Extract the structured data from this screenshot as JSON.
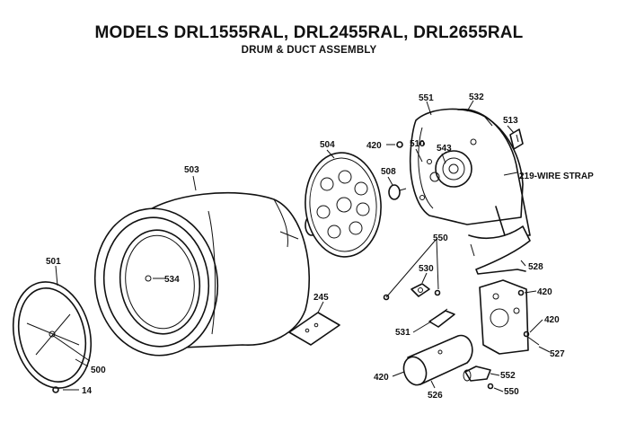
{
  "header": {
    "title": "MODELS DRL1555RAL, DRL2455RAL, DRL2655RAL",
    "subtitle": "DRUM & DUCT ASSEMBLY"
  },
  "labels": {
    "p501": "501",
    "p500": "500",
    "p14": "14",
    "p503": "503",
    "p534": "534",
    "p504": "504",
    "p508": "508",
    "p420a": "420",
    "p551": "551",
    "p532": "532",
    "p510": "510",
    "p543": "543",
    "p513": "513",
    "p219": "219-WIRE STRAP",
    "p528": "528",
    "p550a": "550",
    "p530": "530",
    "p245": "245",
    "p531": "531",
    "p420b": "420",
    "p420c": "420",
    "p527": "527",
    "p420d": "420",
    "p526": "526",
    "p552": "552",
    "p550b": "550"
  }
}
